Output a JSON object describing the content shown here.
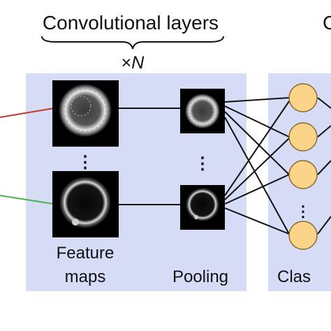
{
  "header": {
    "conv_title": "Convolutional layers",
    "multiplier_prefix": "×",
    "multiplier_var": "N",
    "right_title_fragment": "C"
  },
  "conv_block": {
    "feature_label_line1": "Feature",
    "feature_label_line2": "maps",
    "pooling_label": "Pooling",
    "dots_glyph": "⋮"
  },
  "classifier_block": {
    "label_fragment": "Clas",
    "dots_glyph": "⋮"
  },
  "colors": {
    "panel_fill": "#d6dcf6",
    "node_fill": "#fbd48a",
    "node_stroke": "#8a6a2a",
    "input_red": "#c0392b",
    "input_green": "#4caf50",
    "edge": "#111111",
    "image_bg": "#000000"
  }
}
